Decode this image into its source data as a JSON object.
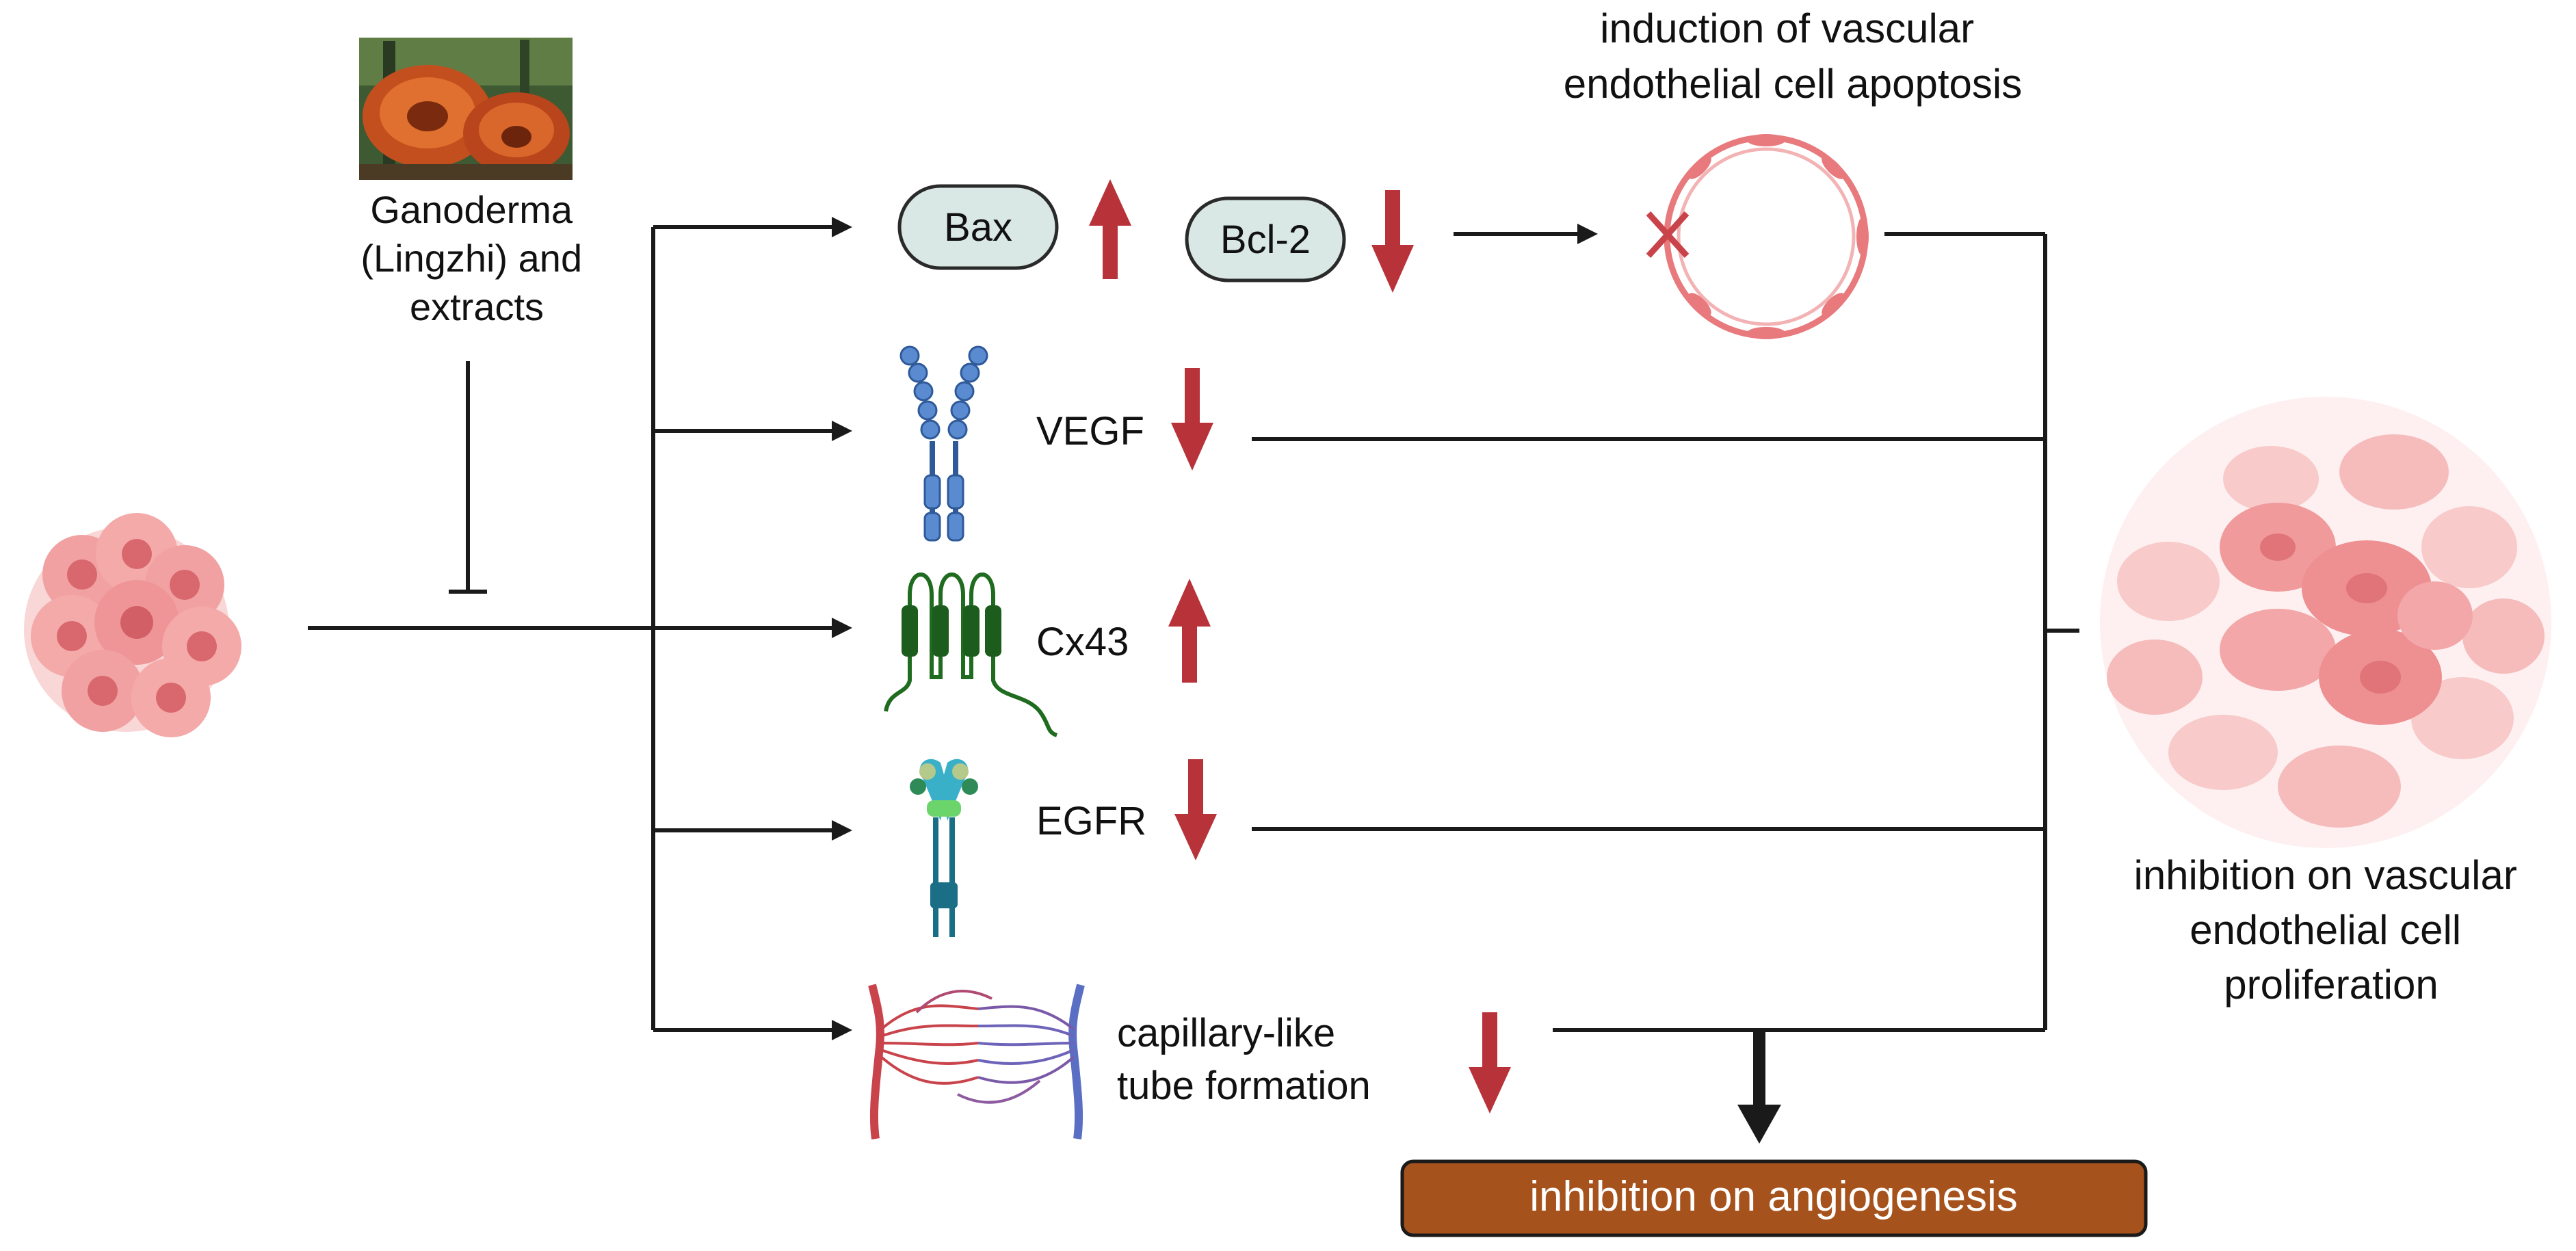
{
  "source": {
    "label_lines": [
      "Ganoderma",
      "(Lingzhi) and",
      "extracts"
    ]
  },
  "top_effect": {
    "label_lines": [
      "induction of vascular",
      "endothelial cell apoptosis"
    ]
  },
  "markers": {
    "bax": "Bax",
    "bcl2": "Bcl-2",
    "vegf": "VEGF",
    "cx43": "Cx43",
    "egfr": "EGFR",
    "tube_lines": [
      "capillary-like",
      "tube formation"
    ]
  },
  "regulation": {
    "bax": "up",
    "bcl2": "down",
    "vegf": "down",
    "cx43": "up",
    "egfr": "down",
    "tube": "down"
  },
  "right_effect": {
    "label_lines": [
      "inhibition on vascular",
      "endothelial cell",
      "proliferation"
    ]
  },
  "outcome": {
    "label": "inhibition on angiogenesis"
  },
  "colors": {
    "arrow_red": "#b8323a",
    "pill_fill": "#d9e8e4",
    "outcome_fill": "#a6521c",
    "outcome_text": "#ffffff",
    "cell_pink": "#f2a1a3"
  },
  "icons": {
    "source_image": "mushroom-photo-icon",
    "tumor": "tumor-cell-cluster-icon",
    "apoptosis": "vessel-cross-section-icon",
    "vegf_receptor": "vegf-receptor-icon",
    "cx43": "connexin-membrane-protein-icon",
    "egfr": "egfr-receptor-icon",
    "capillary": "capillary-network-icon",
    "proliferating_cells": "endothelial-cells-icon"
  }
}
